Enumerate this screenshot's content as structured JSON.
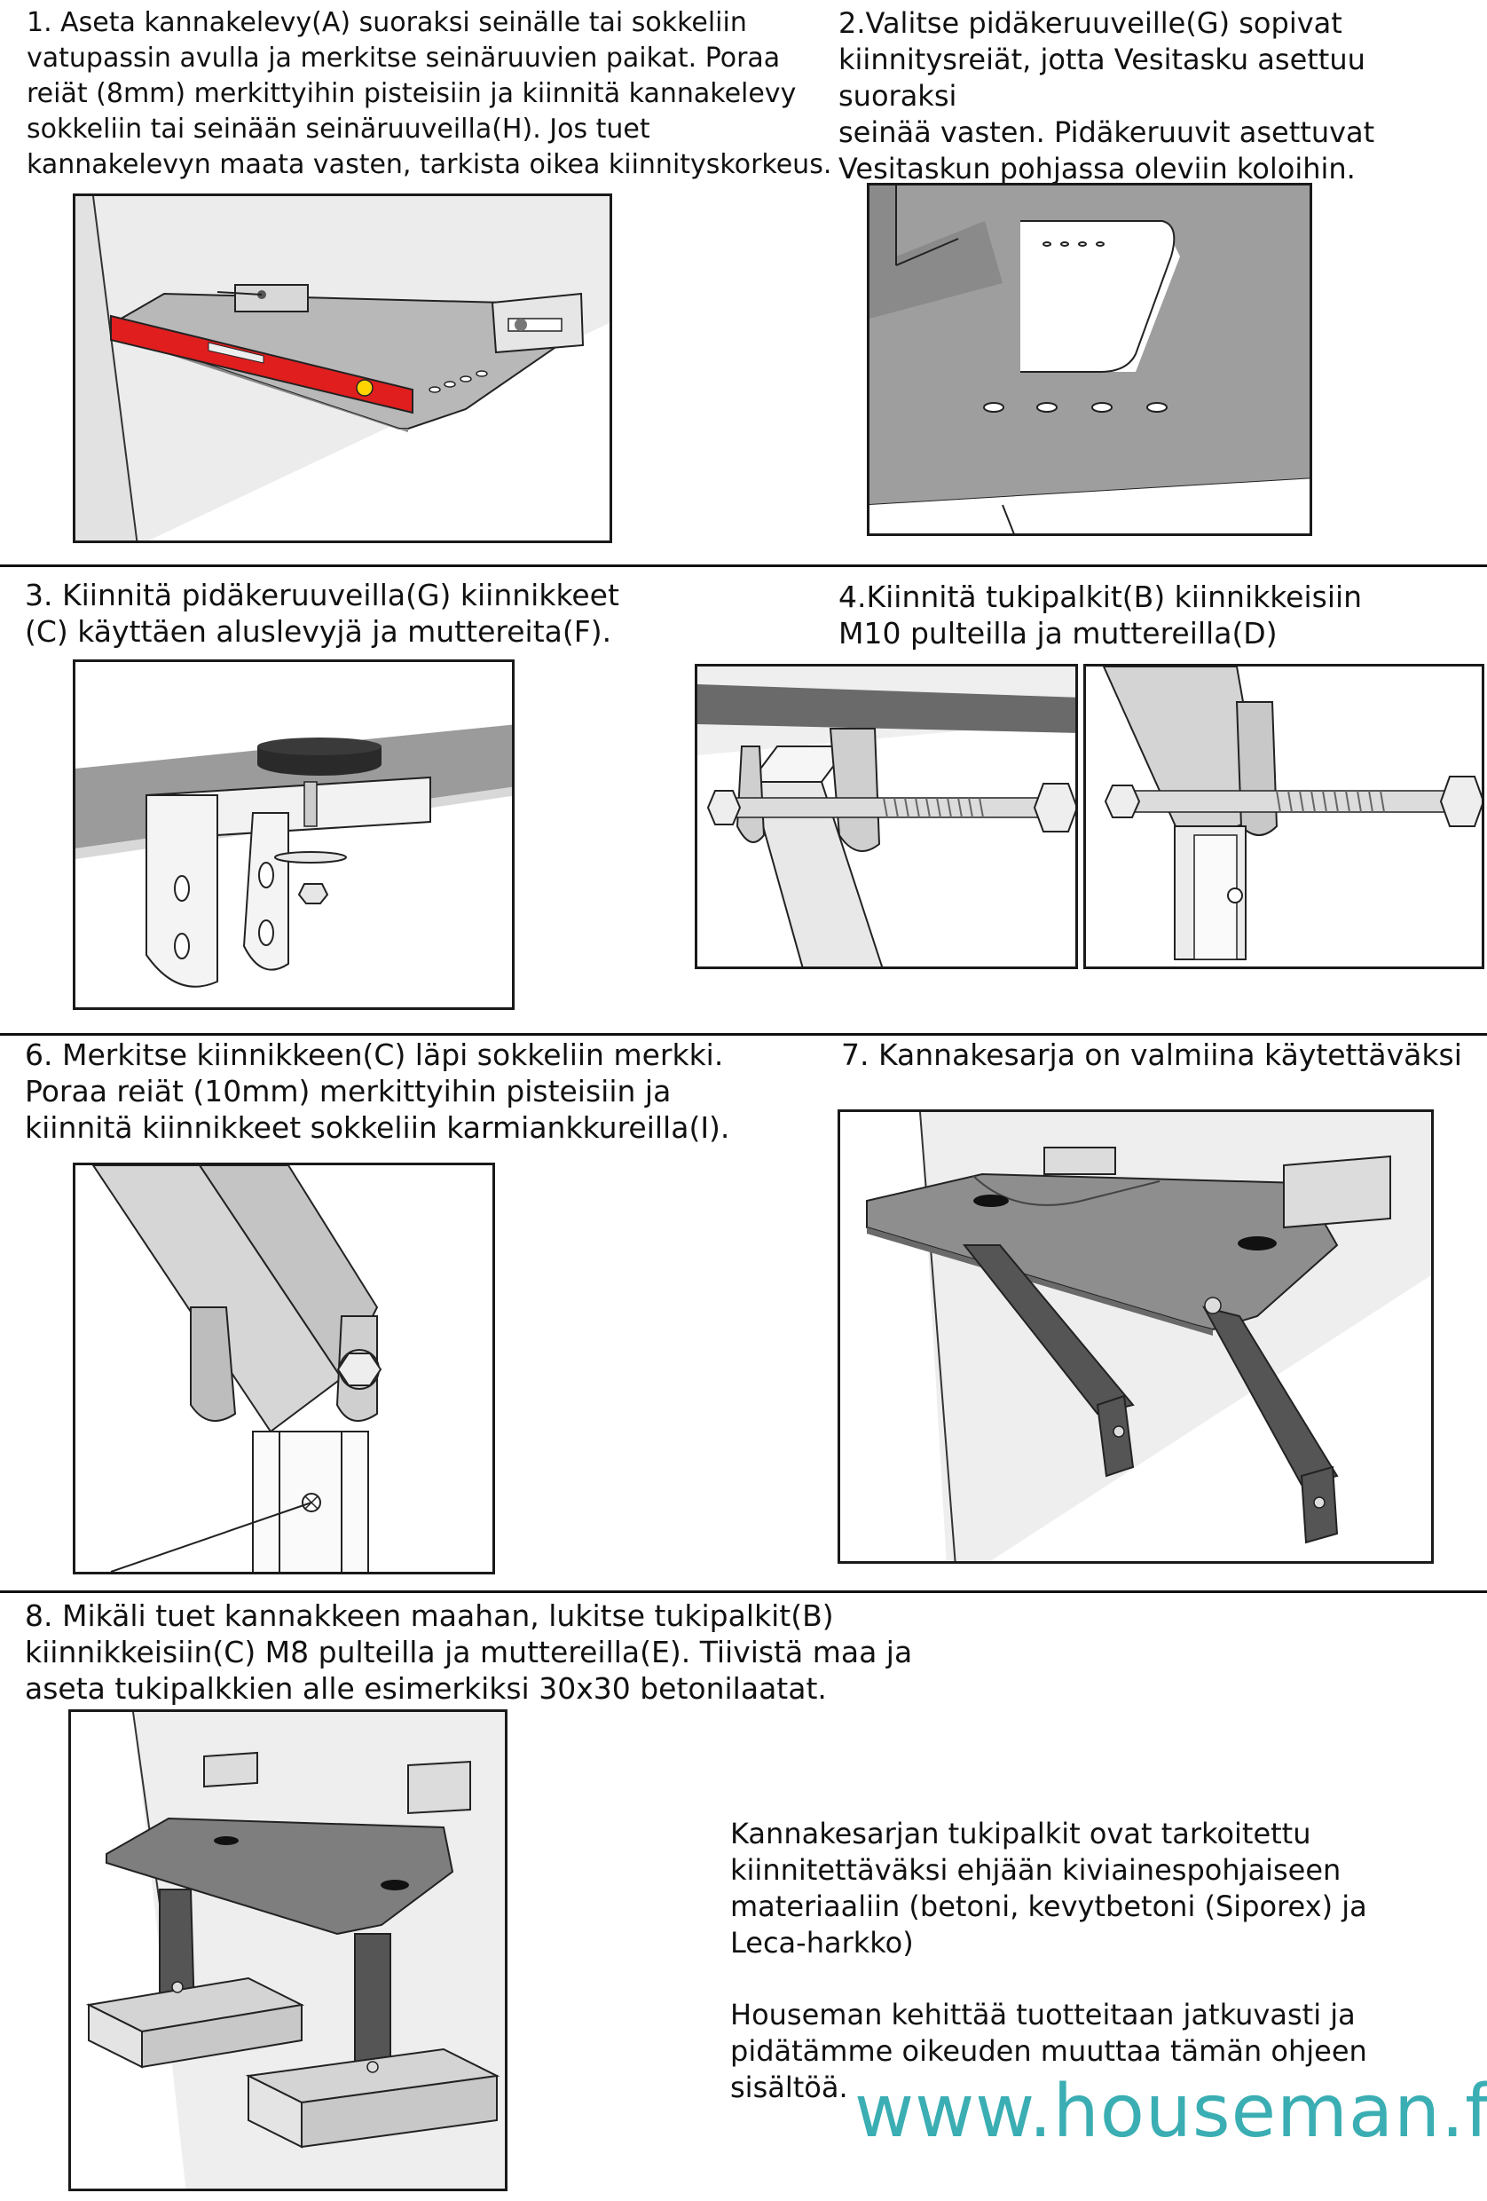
{
  "steps": {
    "s1": "1. Aseta kannakelevy(A) suoraksi seinälle tai sokkeliin\nvatupassin avulla ja merkitse seinäruuvien paikat. Poraa\nreiät (8mm) merkittyihin pisteisiin ja kiinnitä kannakelevy\nsokkeliin tai seinään seinäruuveilla(H). Jos tuet\nkannakelevyn maata vasten, tarkista oikea kiinnityskorkeus.",
    "s2": "2.Valitse pidäkeruuveille(G) sopivat\nkiinnitysreiät, jotta Vesitasku asettuu suoraksi\nseinää vasten. Pidäkeruuvit asettuvat\nVesitaskun pohjassa oleviin koloihin.",
    "s3": "3. Kiinnitä pidäkeruuveilla(G) kiinnikkeet\n(C) käyttäen aluslevyjä ja muttereita(F).",
    "s4": "4.Kiinnitä tukipalkit(B) kiinnikkeisiin\nM10 pulteilla ja muttereilla(D)",
    "s6": "6. Merkitse kiinnikkeen(C) läpi sokkeliin merkki.\nPoraa reiät (10mm) merkittyihin pisteisiin ja\nkiinnitä kiinnikkeet sokkeliin karmiankkureilla(I).",
    "s7": "7. Kannakesarja on valmiina käytettäväksi",
    "s8": "8. Mikäli tuet kannakkeen maahan, lukitse tukipalkit(B)\nkiinnikkeisiin(C) M8 pulteilla ja muttereilla(E). Tiivistä maa ja\naseta tukipalkkien alle esimerkiksi 30x30 betonilaatat."
  },
  "notes": {
    "materials": "Kannakesarjan tukipalkit ovat tarkoitettu\nkiinnitettäväksi ehjään kiviainespohjaiseen\nmateriaaliin (betoni, kevytbetoni (Siporex) ja\nLeca-harkko)",
    "disclaimer": "Houseman kehittää tuotteitaan jatkuvasti ja\npidätämme oikeuden muuttaa tämän ohjeen sisältöä."
  },
  "website": "www.houseman.fi",
  "colors": {
    "accent": "#3aaeb3",
    "level": "#e01e1e",
    "metal": "#a9a9a9",
    "dark_metal": "#4a4a4a"
  }
}
